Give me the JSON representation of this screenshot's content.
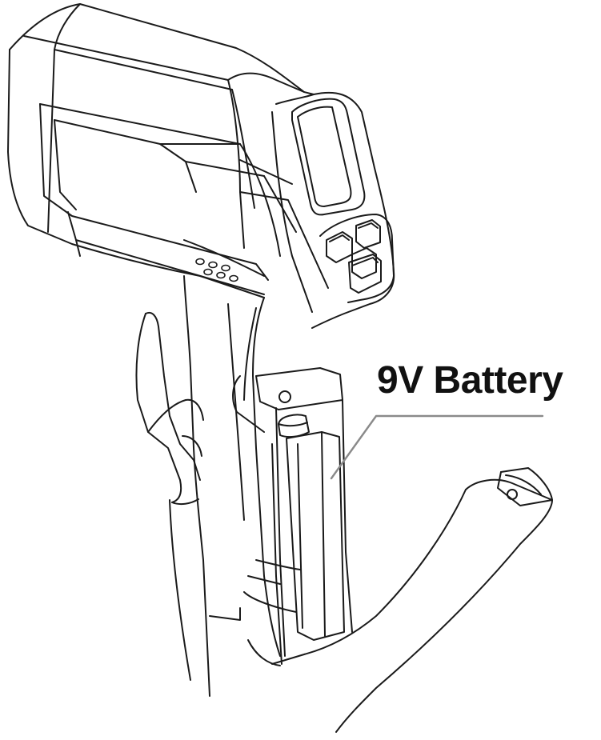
{
  "callout": {
    "label": "9V Battery",
    "leader_color": "#8a8a8a",
    "text_color": "#111111"
  },
  "device": {
    "line_color": "#1a1a1a",
    "fill_color": "#ffffff",
    "parts": [
      "housing",
      "display-screen",
      "control-buttons",
      "speaker-holes",
      "handle",
      "trigger",
      "battery-compartment",
      "battery",
      "battery-door"
    ]
  }
}
